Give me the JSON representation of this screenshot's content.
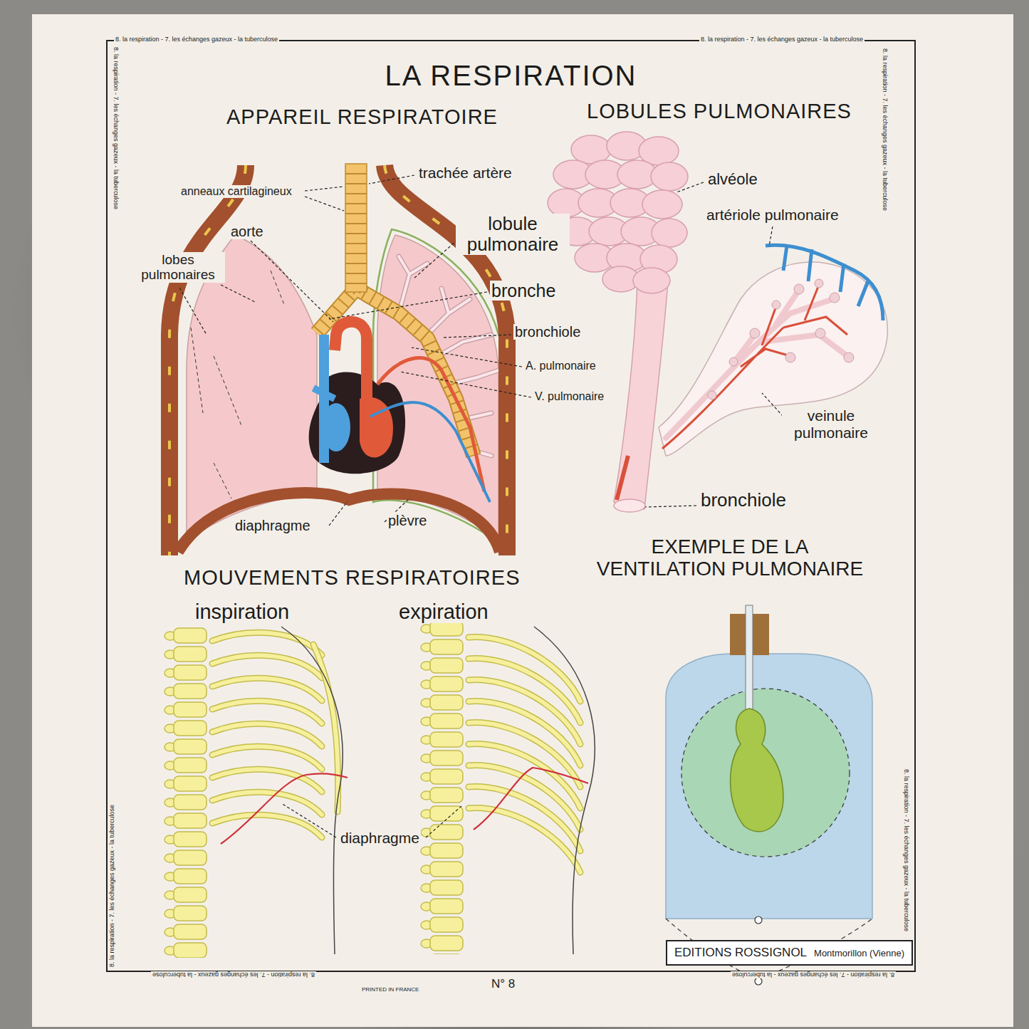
{
  "diagram": {
    "title": "LA RESPIRATION",
    "nodes": [
      {
        "text": [
          "EDITIONS ROSSIGNOL",
          "Montmorillon (Vienne)"
        ]
      }
    ],
    "labels": [
      "8. la respiration - 7. les échanges gazeux - la tuberculose",
      "8. la respiration - 7. les échanges gazeux - la tuberculose",
      "8. la respiration - 7. les échanges gazeux - la tuberculose",
      "8. la respiration - 7. les échanges gazeux - la tuberculose",
      "APPAREIL RESPIRATOIRE",
      "LOBULES PULMONAIRES",
      "trachée artère",
      "anneaux cartilagineux",
      "alvéole",
      "aorte",
      "lobule pulmonaire",
      "artériole pulmonaire",
      "lobes pulmonaires",
      "bronche",
      "bronchiole",
      "A. pulmonaire",
      "V. pulmonaire",
      "veinule pulmonaire",
      "bronchiole",
      "diaphragme",
      "plèvre",
      "EXEMPLE DE LA VENTILATION PULMONAIRE",
      "MOUVEMENTS RESPIRATOIRES",
      "inspiration",
      "expiration",
      "diaphragme",
      "8. la respiration - 7. les échanges gazeux - la tuberculose",
      "8. la respiration - 7. les échanges gazeux - la tuberculose",
      "8. la respiration - 7. les échanges gazeux - la tuberculose",
      "PRINTED IN FRANCE",
      "N° 8",
      "8. la respiration - 7. les échanges gazeux - la tuberculose"
    ]
  }
}
